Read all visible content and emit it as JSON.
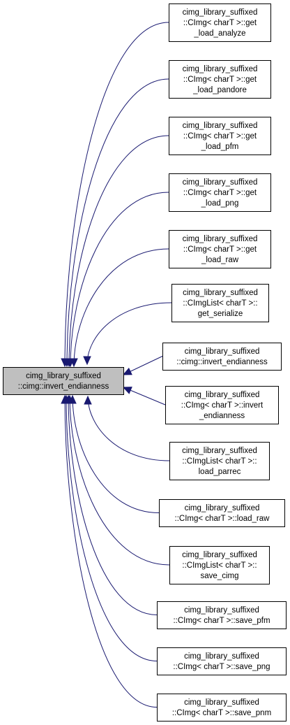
{
  "diagram": {
    "type": "call-graph",
    "edge_color": "#191970",
    "focus_fill": "#bfbfbf",
    "focus": {
      "id": "focus",
      "lines": [
        "cimg_library_suffixed",
        "::cimg::invert_endianness"
      ]
    },
    "callers": [
      {
        "id": "get-load-analyze",
        "lines": [
          "cimg_library_suffixed",
          "::CImg< charT >::get",
          "_load_analyze"
        ]
      },
      {
        "id": "get-load-pandore",
        "lines": [
          "cimg_library_suffixed",
          "::CImg< charT >::get",
          "_load_pandore"
        ]
      },
      {
        "id": "get-load-pfm",
        "lines": [
          "cimg_library_suffixed",
          "::CImg< charT >::get",
          "_load_pfm"
        ]
      },
      {
        "id": "get-load-png",
        "lines": [
          "cimg_library_suffixed",
          "::CImg< charT >::get",
          "_load_png"
        ]
      },
      {
        "id": "get-load-raw",
        "lines": [
          "cimg_library_suffixed",
          "::CImg< charT >::get",
          "_load_raw"
        ]
      },
      {
        "id": "cimglist-get-serialize",
        "lines": [
          "cimg_library_suffixed",
          "::CImgList< charT >::",
          "get_serialize"
        ]
      },
      {
        "id": "cimg-invert-endianness",
        "lines": [
          "cimg_library_suffixed",
          "::cimg::invert_endianness"
        ]
      },
      {
        "id": "cimg-invert-endianness-member",
        "lines": [
          "cimg_library_suffixed",
          "::CImg< charT >::invert",
          "_endianness"
        ]
      },
      {
        "id": "cimglist-load-parrec",
        "lines": [
          "cimg_library_suffixed",
          "::CImgList< charT >::",
          "load_parrec"
        ]
      },
      {
        "id": "load-raw",
        "lines": [
          "cimg_library_suffixed",
          "::CImg< charT >::load_raw"
        ]
      },
      {
        "id": "cimglist-save-cimg",
        "lines": [
          "cimg_library_suffixed",
          "::CImgList< charT >::",
          "save_cimg"
        ]
      },
      {
        "id": "save-pfm",
        "lines": [
          "cimg_library_suffixed",
          "::CImg< charT >::save_pfm"
        ]
      },
      {
        "id": "save-png",
        "lines": [
          "cimg_library_suffixed",
          "::CImg< charT >::save_png"
        ]
      },
      {
        "id": "save-pnm",
        "lines": [
          "cimg_library_suffixed",
          "::CImg< charT >::save_pnm"
        ]
      }
    ]
  }
}
